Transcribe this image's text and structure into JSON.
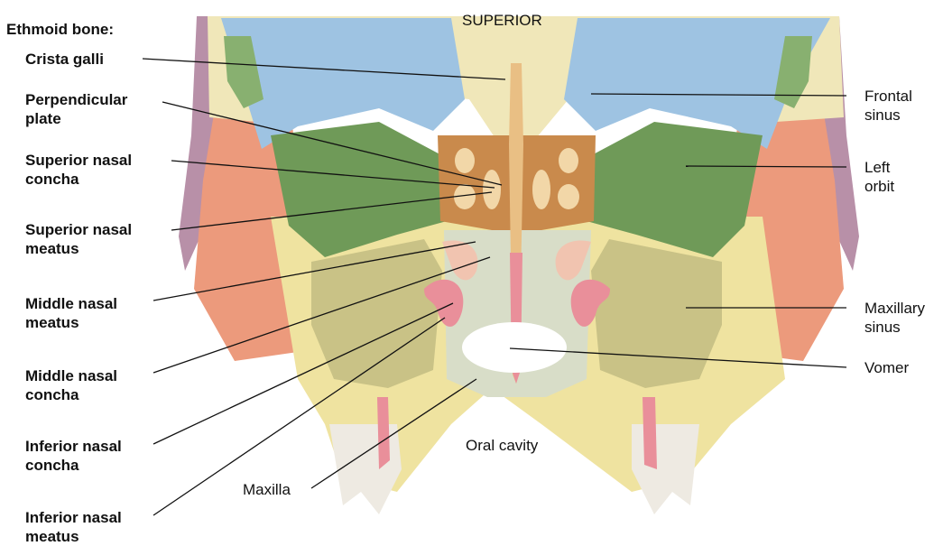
{
  "heading": "SUPERIOR",
  "group_label": "Ethmoid bone:",
  "labels": {
    "crista_galli": "Crista galli",
    "perpendicular_plate": "Perpendicular\nplate",
    "superior_nasal_concha": "Superior nasal\nconcha",
    "superior_nasal_meatus": "Superior nasal\nmeatus",
    "middle_nasal_meatus": "Middle nasal\nmeatus",
    "middle_nasal_concha": "Middle nasal\nconcha",
    "inferior_nasal_concha": "Inferior nasal\nconcha",
    "inferior_nasal_meatus": "Inferior nasal\nmeatus",
    "maxilla": "Maxilla",
    "oral_cavity": "Oral cavity",
    "frontal_sinus": "Frontal\nsinus",
    "left_orbit": "Left\norbit",
    "maxillary_sinus": "Maxillary\nsinus",
    "vomer": "Vomer"
  },
  "colors": {
    "bone_yellow": "#efe3a0",
    "frontal_sinus_blue": "#9ec3e2",
    "orbit_green": "#6f9a58",
    "muscle_salmon": "#ec9a7c",
    "ethmoid_brown": "#c98a4c",
    "concha_pink": "#e98f9a",
    "maxillary_sinus_olive": "#c9c286",
    "teeth_white": "#eeeae2",
    "leader_line": "#111111"
  }
}
